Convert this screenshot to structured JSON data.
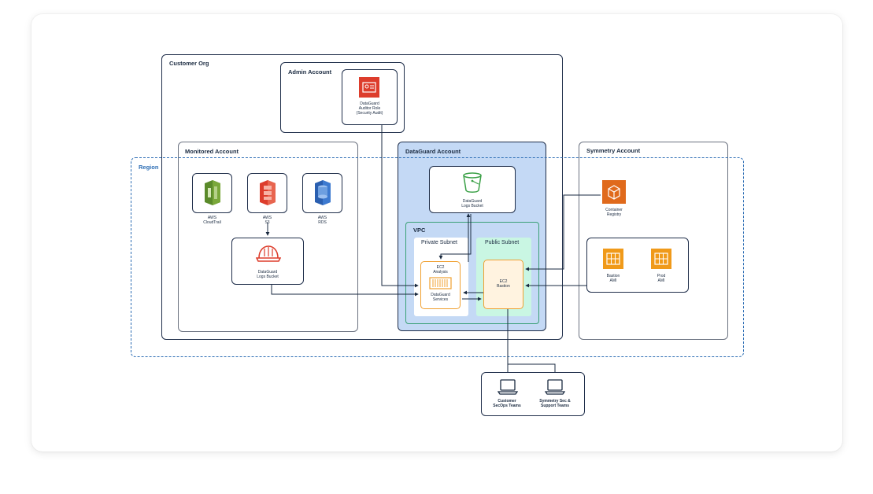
{
  "customer_org": "Customer Org",
  "admin_account": "Admin Account",
  "auditor_role": "DataGuard\nAuditor Role\n(Security Audit)",
  "monitored_account": "Monitored Account",
  "cloudtrail": "AWS\nCloudTrail",
  "s3": "AWS\nS3",
  "rds": "AWS\nRDS",
  "monitored_logs_bucket": "DataGuard\nLogs Bucket",
  "dataguard_account": "DataGuard Account",
  "dg_logs_bucket": "DataGuard\nLogs Bucket",
  "region": "Region",
  "vpc": "VPC",
  "private_subnet": "Private Subnet",
  "public_subnet": "Public Subnet",
  "ec2_analysis": "EC2\nAnalysis",
  "dg_services": "DataGuard\nServices",
  "ec2_bastion": "EC2\nBastion",
  "symmetry_account": "Symmetry Account",
  "container_registry": "Container\nRegistry",
  "bastion_ami": "Bastion\nAMI",
  "prod_ami": "Prod\nAMI",
  "customer_teams": "Customer\nSecOps Teams",
  "symmetry_teams": "Symmetry Sec &\nSupport Teams",
  "colors": {
    "navy": "#1f2e4a",
    "region_blue": "#2c6db4",
    "dg_account_fill": "#c4d9f5",
    "vpc_green": "#3aa076",
    "public_subnet_fill": "#c9f6e3",
    "ec2_orange": "#f0a030",
    "aws_red": "#dd3d2c",
    "cloudtrail_green": "#5a8a2a",
    "rds_blue": "#2a5fb0",
    "bucket_green": "#3aa046"
  }
}
